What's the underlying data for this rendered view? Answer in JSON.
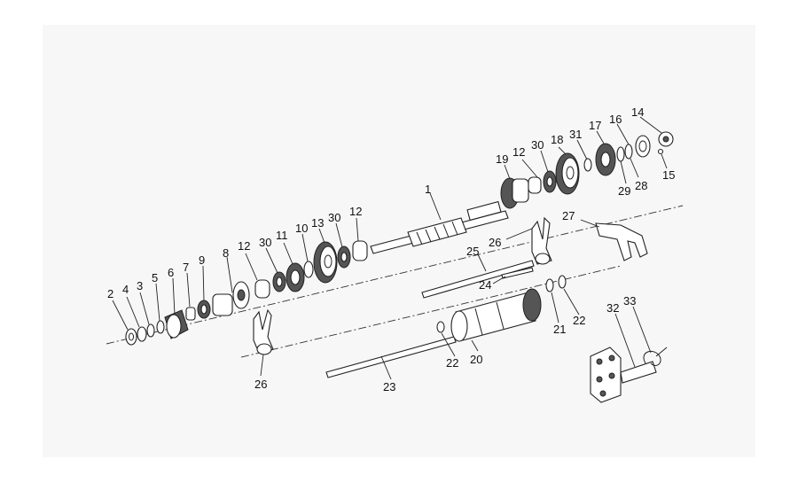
{
  "diagram": {
    "labels": [
      "1",
      "2",
      "3",
      "4",
      "5",
      "6",
      "7",
      "8",
      "9",
      "10",
      "11",
      "12",
      "12",
      "12",
      "13",
      "14",
      "15",
      "16",
      "17",
      "18",
      "19",
      "20",
      "21",
      "22",
      "22",
      "23",
      "24",
      "25",
      "26",
      "26",
      "27",
      "28",
      "29",
      "30",
      "30",
      "30",
      "31",
      "32",
      "33"
    ]
  }
}
